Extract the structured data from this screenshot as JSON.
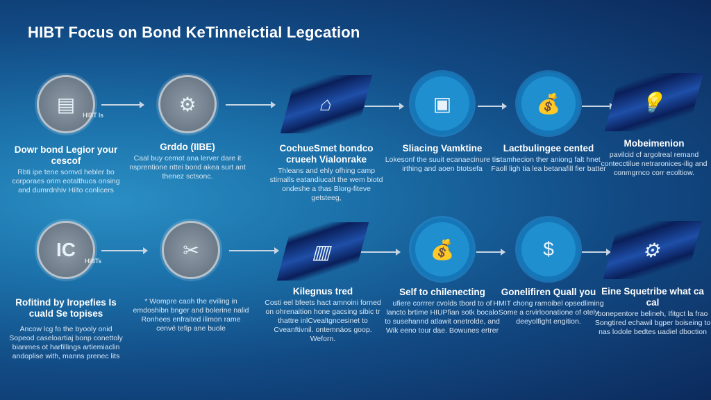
{
  "title": "HIBT Focus on Bond KeTinneictial Legcation",
  "row1": [
    {
      "icon": "bond-certificate-icon",
      "icon_label": "HIBT Is",
      "heading": "Dowr bond Legior your cescof",
      "text": "Rbti ipe tene somvd hebler bo corporaes orim eotalthuos onsing and dumrdnhiv Hilto conlicers"
    },
    {
      "icon": "gauge-icon",
      "heading": "Grddo (IIBE)",
      "text": "Caal buy cemot ana lerver dare it nsprentione nttei bond akea surt ant thenez sctsonc."
    },
    {
      "icon": "house-network-icon",
      "heading": "CochueSmet bondco crueeh Vialonrake",
      "text": "Thleans and ehly ofhing camp stimalls eatandiucalt the wem biotd ondeshe a thas Blorg-fiteve getsteeg,"
    },
    {
      "icon": "chart-monitor-icon",
      "heading": "Sliacing Vamktine",
      "text": "Lokesonf the suuit ecanaecinure tis irthing and aoen btotsefa"
    },
    {
      "icon": "money-bag-icon",
      "heading": "Lactbulingee cented",
      "text": "stamhecion ther aniong falt hnet Faoll ligh tia lea betanafill fier batter"
    },
    {
      "icon": "network-lightbulb-icon",
      "heading": "Mobeimenion",
      "text": "pavilcid cf argolreal remand contecctilue netraronices-ilig and conmgrnco corr ecoltiow."
    }
  ],
  "row2": [
    {
      "icon": "ic-logo-icon",
      "icon_label": "HIBTs",
      "heading": "Rofitind by Iropefies Is cuald Se topises",
      "text": "Ancow lcg fo the byooly onid Sopeod caseloartiaj bonp conettoly bianmes ot harfillings artiemiaclin andoplise with, manns prenec lits"
    },
    {
      "icon": "handshake-icon",
      "heading": "",
      "text": "* Wompre caoh the eviling in emdoshibn bnger and bolerine nalid Ronhees enfraited ilimon rame cenvé tefip ane buole"
    },
    {
      "icon": "building-icon",
      "heading": "Kilegnus tred",
      "text": "Costi eel bfeets hact amnoini forned on ohrenaition hone gacsing sibic tr thattre inlCvealtgncesinet to Cveanftivnil. ontemnáos goop. Weforn."
    },
    {
      "icon": "money-bag-icon",
      "heading": "Self to chilenecting",
      "text": "ufiere corrrer cvolds tbord to of lancto brtime HIUPfian sotk bocalo to susehannd atlawit onetrolde, and Wik eeno tour dae. Bowunes ertrer"
    },
    {
      "icon": "dollar-person-icon",
      "heading": "Gonelifiren Quall you",
      "text": "HMIT chong ramoibel opsedliming Some a crvirloonatione of otely deeyolfight engition."
    },
    {
      "icon": "gear-brush-icon",
      "heading": "Eine Squetribe what ca cal",
      "text": "bonepentore belineh, Ifitgct la frao Songtired echawil bgper boiseing to nas lodole bedtes uadiel dboction"
    }
  ]
}
